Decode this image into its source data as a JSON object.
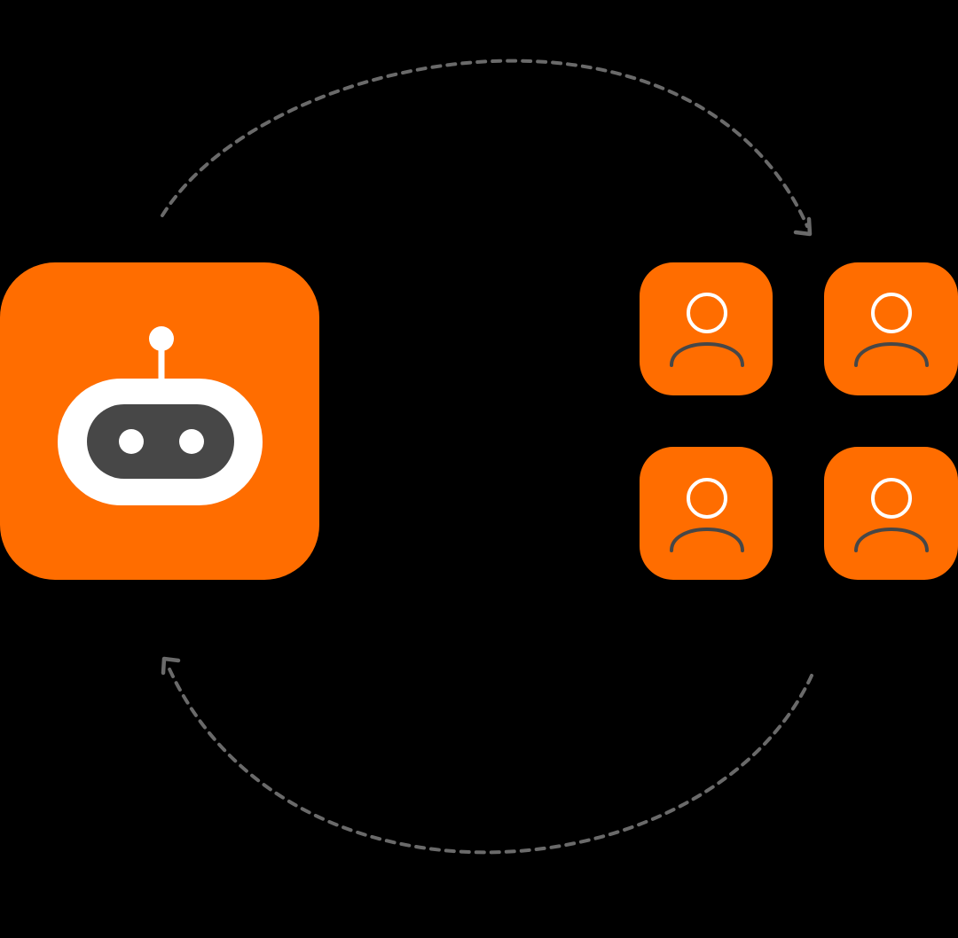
{
  "colors": {
    "background": "#000000",
    "tile": "#ff6d00",
    "robot_face": "#ffffff",
    "robot_visor": "#474747",
    "robot_eye": "#ffffff",
    "user_head": "#ffffff",
    "user_body": "#474747",
    "arrow": "#6a6a6a"
  },
  "nodes": [
    {
      "id": "bot",
      "icon": "robot-icon"
    },
    {
      "id": "user-1",
      "icon": "user-icon"
    },
    {
      "id": "user-2",
      "icon": "user-icon"
    },
    {
      "id": "user-3",
      "icon": "user-icon"
    },
    {
      "id": "user-4",
      "icon": "user-icon"
    }
  ],
  "connections": [
    {
      "from": "bot",
      "to": "users",
      "style": "dashed-arc",
      "direction": "clockwise-top"
    },
    {
      "from": "users",
      "to": "bot",
      "style": "dashed-arc",
      "direction": "clockwise-bottom"
    }
  ]
}
